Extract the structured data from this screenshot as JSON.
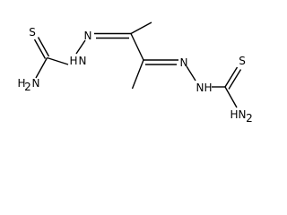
{
  "atom_labels": {
    "s_left": "S",
    "nh_left": "H",
    "nh_left_n": "N",
    "n_left": "N",
    "nh2_left": "H",
    "nh2_left_n": "N",
    "nh2_left_sub": "2",
    "n_right": "N",
    "nh_right_n": "N",
    "nh_right": "H",
    "s_right": "S",
    "nh2_right": "H",
    "nh2_right_n": "N",
    "nh2_right_sub": "2"
  }
}
